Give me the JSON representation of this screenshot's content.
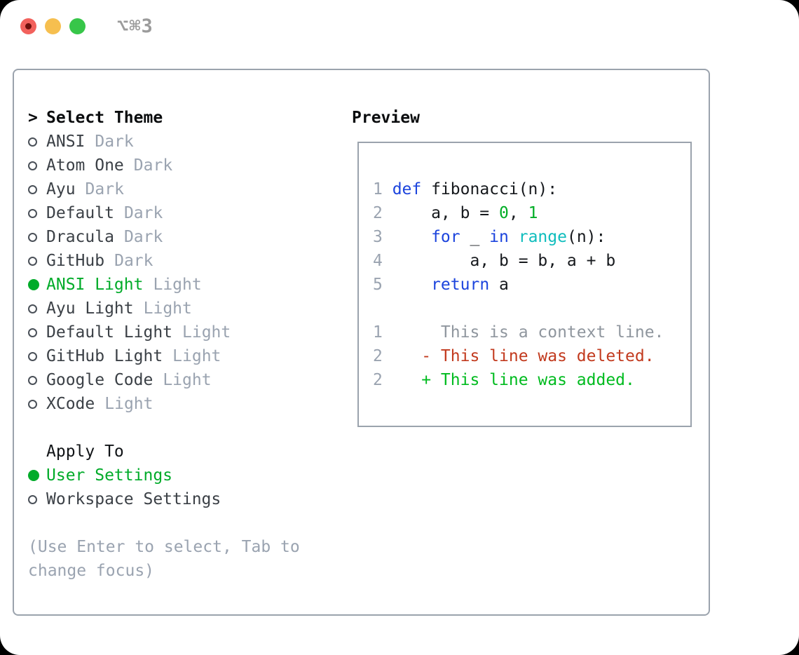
{
  "window": {
    "title": "⌥⌘3",
    "traffic_lights": [
      {
        "name": "close",
        "color": "#f2615c"
      },
      {
        "name": "minimize",
        "color": "#f6bf4f"
      },
      {
        "name": "zoom",
        "color": "#37c649"
      }
    ]
  },
  "colors": {
    "accent_green": "#00ab29",
    "keyword_blue": "#1c44dd",
    "builtin_cyan": "#0fbdbd",
    "number_green": "#00ad25",
    "added_green": "#00bb1f",
    "deleted_red": "#c23a1e",
    "muted_gray": "#9aa3b0",
    "context_gray": "#8f969e",
    "tl_red": "#f2615c",
    "tl_yellow": "#f6bf4f",
    "tl_green": "#37c649"
  },
  "theme_picker": {
    "header_prefix": ">",
    "header": "Select Theme",
    "items": [
      {
        "name": "ANSI",
        "variant": "Dark",
        "selected": false
      },
      {
        "name": "Atom One",
        "variant": "Dark",
        "selected": false
      },
      {
        "name": "Ayu",
        "variant": "Dark",
        "selected": false
      },
      {
        "name": "Default",
        "variant": "Dark",
        "selected": false
      },
      {
        "name": "Dracula",
        "variant": "Dark",
        "selected": false
      },
      {
        "name": "GitHub",
        "variant": "Dark",
        "selected": false
      },
      {
        "name": "ANSI Light",
        "variant": "Light",
        "selected": true
      },
      {
        "name": "Ayu Light",
        "variant": "Light",
        "selected": false
      },
      {
        "name": "Default Light",
        "variant": "Light",
        "selected": false
      },
      {
        "name": "GitHub Light",
        "variant": "Light",
        "selected": false
      },
      {
        "name": "Google Code",
        "variant": "Light",
        "selected": false
      },
      {
        "name": "XCode",
        "variant": "Light",
        "selected": false
      }
    ],
    "apply_to": {
      "header": "Apply To",
      "options": [
        {
          "name": "User Settings",
          "selected": true
        },
        {
          "name": "Workspace Settings",
          "selected": false
        }
      ]
    },
    "help_lines": [
      "(Use Enter to select, Tab to",
      "change focus)"
    ]
  },
  "preview": {
    "header": "Preview",
    "lines": [
      {
        "num": "1",
        "tokens": [
          {
            "text": "def",
            "color": "keyword"
          },
          {
            "text": " fibonacci(n):",
            "color": "plain"
          }
        ]
      },
      {
        "num": "2",
        "tokens": [
          {
            "text": "    a, b = ",
            "color": "plain"
          },
          {
            "text": "0",
            "color": "number"
          },
          {
            "text": ", ",
            "color": "plain"
          },
          {
            "text": "1",
            "color": "number"
          }
        ]
      },
      {
        "num": "3",
        "tokens": [
          {
            "text": "    ",
            "color": "plain"
          },
          {
            "text": "for",
            "color": "keyword"
          },
          {
            "text": " _ ",
            "color": "plain"
          },
          {
            "text": "in",
            "color": "keyword"
          },
          {
            "text": " ",
            "color": "plain"
          },
          {
            "text": "range",
            "color": "builtin"
          },
          {
            "text": "(n):",
            "color": "plain"
          }
        ]
      },
      {
        "num": "4",
        "tokens": [
          {
            "text": "        a, b = b, a + b",
            "color": "plain"
          }
        ]
      },
      {
        "num": "5",
        "tokens": [
          {
            "text": "    ",
            "color": "plain"
          },
          {
            "text": "return",
            "color": "keyword"
          },
          {
            "text": " a",
            "color": "plain"
          }
        ]
      },
      {
        "num": "",
        "tokens": []
      },
      {
        "num": "1",
        "tokens": [
          {
            "text": "     This is a context line.",
            "color": "context"
          }
        ]
      },
      {
        "num": "2",
        "tokens": [
          {
            "text": "   - This line was deleted.",
            "color": "deleted"
          }
        ]
      },
      {
        "num": "2",
        "tokens": [
          {
            "text": "   + This line was added.",
            "color": "added"
          }
        ]
      }
    ]
  }
}
